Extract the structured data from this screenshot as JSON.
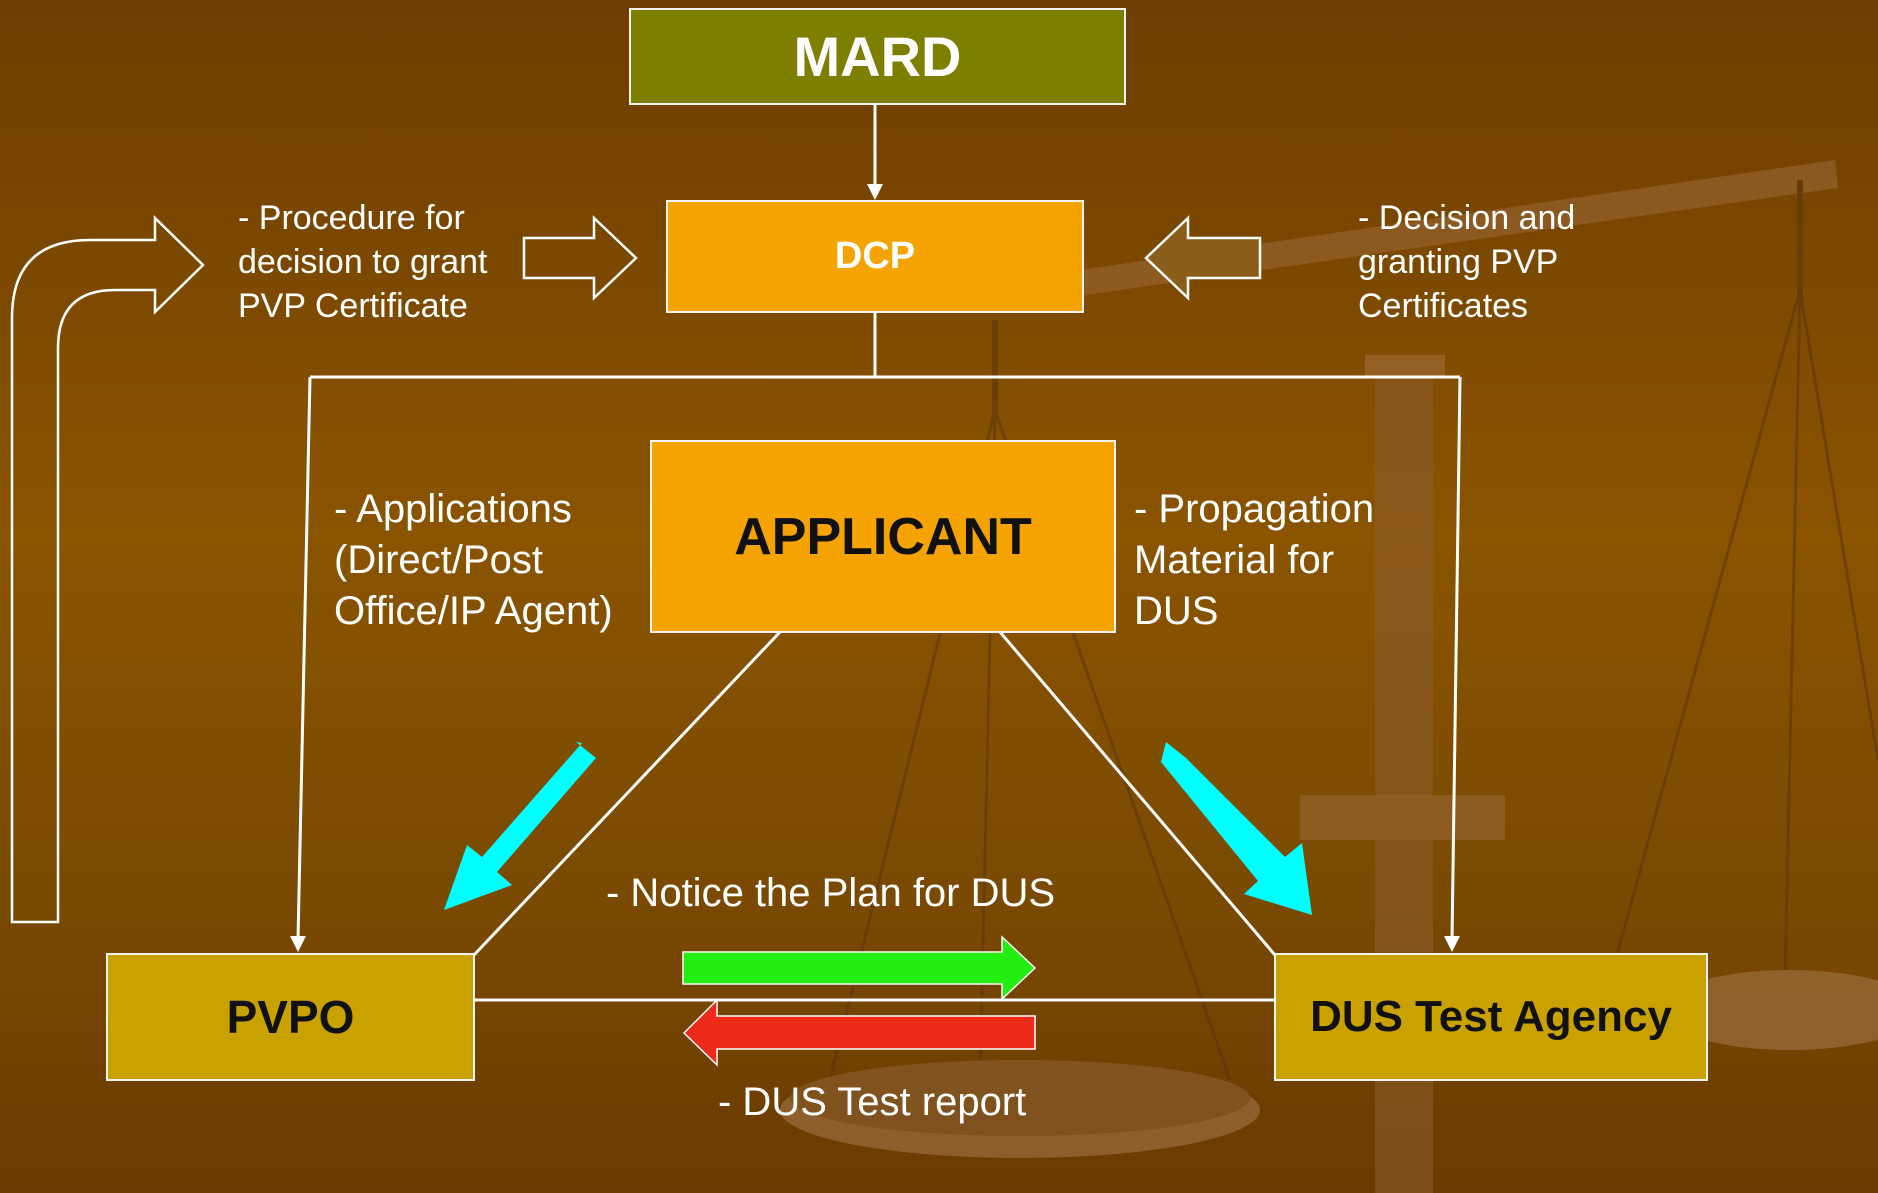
{
  "colors": {
    "background": "#7a4a02",
    "mard_box": "#7e7e00",
    "dcp_box": "#f5a300",
    "applicant_box": "#f5a300",
    "pvpo_box": "#c9a200",
    "dus_box": "#c9a200",
    "line": "#ffffff",
    "cyan_arrow": "#00ffff",
    "green_arrow": "#22ee11",
    "red_arrow": "#ee2a1a"
  },
  "nodes": {
    "mard": "MARD",
    "dcp": "DCP",
    "applicant": "APPLICANT",
    "pvpo": "PVPO",
    "dus_agency": "DUS Test Agency"
  },
  "labels": {
    "procedure": "- Procedure for\ndecision to grant\nPVP Certificate",
    "decision": "- Decision and\ngranting PVP\nCertificates",
    "applications": "- Applications\n(Direct/Post\nOffice/IP Agent)",
    "propagation": "- Propagation\nMaterial for\nDUS",
    "notice": "- Notice the Plan for DUS",
    "report": "- DUS Test report"
  },
  "icons": {
    "bent_arrow": "bent-up-right-arrow-icon",
    "procedure_arrow": "outline-right-arrow-icon",
    "decision_arrow": "outline-left-arrow-icon",
    "applications_arrow": "cyan-down-left-arrow-icon",
    "propagation_arrow": "cyan-down-right-arrow-icon",
    "notice_arrow": "green-right-arrow-icon",
    "report_arrow": "red-left-arrow-icon",
    "background": "scales-of-justice-icon"
  }
}
